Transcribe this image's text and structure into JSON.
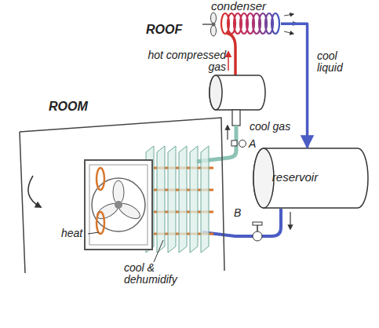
{
  "diagram": {
    "nodes": [
      {
        "text": [
          "condenser"
        ]
      },
      {
        "text": [
          "reservoir"
        ]
      }
    ],
    "edges": [
      {
        "from": 0,
        "to": 1,
        "arrow": "to",
        "label": "cool liquid"
      }
    ],
    "labels": [
      "ROOF",
      "hot compressed gas",
      "cool gas",
      "A",
      "ROOM",
      "B",
      "heat",
      "cool & dehumidify"
    ]
  }
}
